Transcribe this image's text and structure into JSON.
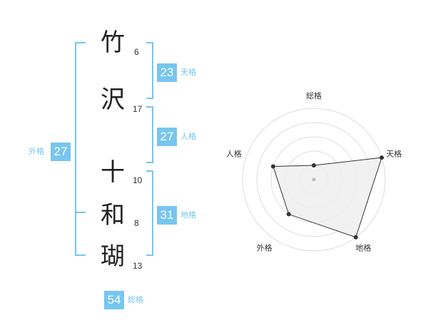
{
  "name": {
    "chars": [
      {
        "char": "竹",
        "strokes": "6"
      },
      {
        "char": "沢",
        "strokes": "17"
      },
      {
        "char": "十",
        "strokes": "10"
      },
      {
        "char": "和",
        "strokes": "8"
      },
      {
        "char": "瑚",
        "strokes": "13"
      }
    ]
  },
  "fortunes": {
    "tenkaku": {
      "value": "23",
      "label": "天格"
    },
    "jinkaku": {
      "value": "27",
      "label": "人格"
    },
    "chikaku": {
      "value": "31",
      "label": "地格"
    },
    "gaikaku": {
      "value": "27",
      "label": "外格"
    },
    "soukaku": {
      "value": "54",
      "label": "総格"
    }
  },
  "radar": {
    "axes": [
      "総格",
      "天格",
      "地格",
      "外格",
      "人格"
    ],
    "values": [
      1,
      5,
      5,
      3,
      3
    ],
    "max": 5,
    "colors": {
      "grid": "#dddddd",
      "fill": "#eeeeee",
      "stroke": "#333333",
      "point": "#333333"
    }
  },
  "colors": {
    "accent": "#76c6ef",
    "bracket": "#76c6ef"
  }
}
